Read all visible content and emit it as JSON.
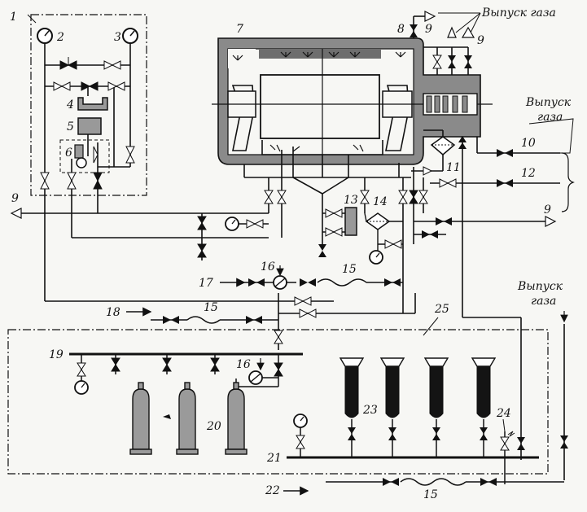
{
  "diagram": {
    "numbers": [
      "1",
      "2",
      "3",
      "4",
      "5",
      "6",
      "7",
      "8",
      "9",
      "10",
      "11",
      "12",
      "13",
      "14",
      "15",
      "16",
      "17",
      "18",
      "19",
      "20",
      "21",
      "22",
      "23",
      "24",
      "25"
    ],
    "captions": {
      "gas_release": "Выпуск газа",
      "gas_release_line1": "Выпуск",
      "gas_release_line2": "газа"
    }
  },
  "colors": {
    "ink": "#111111",
    "housing": "#8a8a8a",
    "housing_dark": "#6e6e6e",
    "paper": "#f7f7f4",
    "cylinder_dark": "#141414"
  }
}
